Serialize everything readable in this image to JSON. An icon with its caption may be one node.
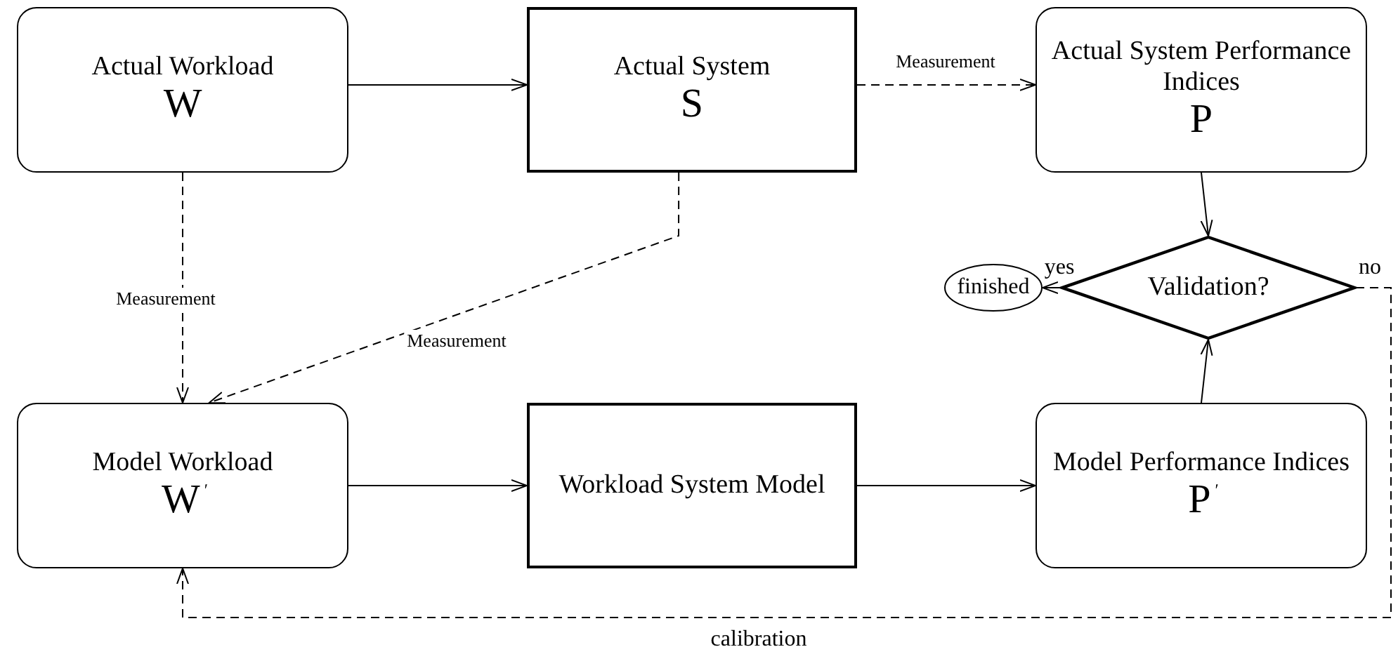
{
  "diagram": {
    "nodes": [
      {
        "text": [
          "Actual Workload",
          "W"
        ]
      },
      {
        "text": [
          "Actual System",
          "S"
        ]
      },
      {
        "text": [
          "Actual System Performance Indices",
          "P"
        ]
      },
      {
        "text": [
          "Validation?"
        ]
      },
      {
        "text": [
          "finished"
        ]
      },
      {
        "text": [
          "Model Workload",
          "W$^{′}$"
        ]
      },
      {
        "text": [
          "Workload System Model"
        ]
      },
      {
        "text": [
          "Model Performance Indices",
          "P$^{′}$"
        ]
      }
    ],
    "edges": [
      {
        "from": 0,
        "to": 1,
        "arrow": "to"
      },
      {
        "from": 1,
        "to": 2,
        "arrow": "to",
        "label": "Measurement",
        "style": "dashed"
      },
      {
        "from": 0,
        "to": 5,
        "arrow": "to",
        "label": "Measurement",
        "style": "dashed"
      },
      {
        "from": 1,
        "to": 5,
        "arrow": "to",
        "label": "Measurement",
        "style": "dashed"
      },
      {
        "from": 2,
        "to": 3,
        "arrow": "to"
      },
      {
        "from": 3,
        "to": 4,
        "arrow": "to",
        "label": "yes"
      },
      {
        "from": 5,
        "to": 6,
        "arrow": "to"
      },
      {
        "from": 6,
        "to": 7,
        "arrow": "to"
      },
      {
        "from": 7,
        "to": 3,
        "arrow": "to"
      },
      {
        "from": 3,
        "to": 5,
        "arrow": "to",
        "label": "calibration",
        "style": "dashed"
      }
    ],
    "labels": [
      "no"
    ]
  }
}
